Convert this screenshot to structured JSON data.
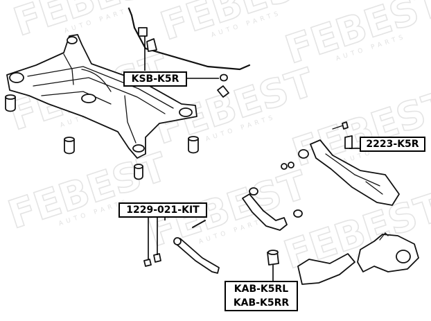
{
  "watermark": {
    "brand": "FEBEST",
    "tagline": "AUTO PARTS"
  },
  "parts": {
    "stabilizer_bushing": "KSB-K5R",
    "arm_bolt": "2223-K5R",
    "control_arm_bushing_kit": "1229-021-KIT",
    "arm_bushing_left": "KAB-K5RL",
    "arm_bushing_right": "KAB-K5RR"
  }
}
